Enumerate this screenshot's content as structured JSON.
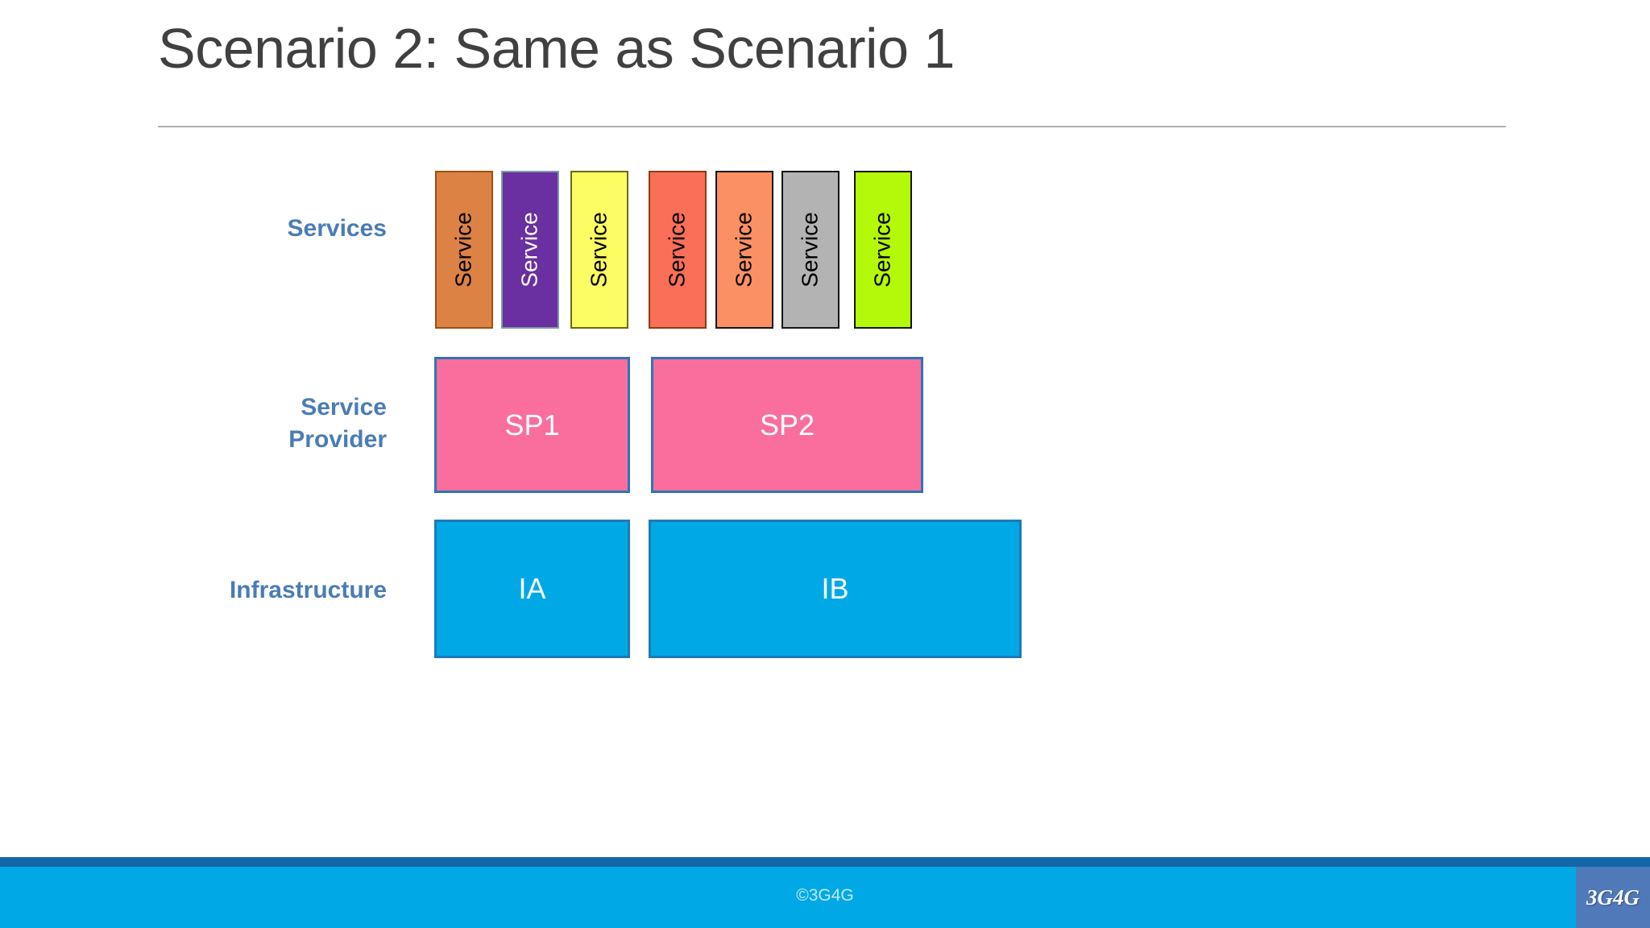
{
  "slide": {
    "title": "Scenario 2: Same as Scenario 1",
    "background_color": "#FFFFFF",
    "divider_color": "#9A9A9A"
  },
  "row_labels": {
    "services": "Services",
    "service_provider_line1": "Service",
    "service_provider_line2": "Provider",
    "infrastructure": "Infrastructure",
    "color": "#4B7CB5"
  },
  "services": [
    {
      "label": "Service",
      "fill": "#DC8244",
      "border": "#9C4F10",
      "text_color": "#000000"
    },
    {
      "label": "Service",
      "fill": "#6A2FA0",
      "border": "#7C9BA8",
      "text_color": "#FFFFFF"
    },
    {
      "label": "Service",
      "fill": "#FCFC63",
      "border": "#6B6B12",
      "text_color": "#000000"
    },
    {
      "label": "Service",
      "fill": "#FA6F57",
      "border": "#8C3B12",
      "text_color": "#000000"
    },
    {
      "label": "Service",
      "fill": "#FB9162",
      "border": "#151515",
      "text_color": "#000000"
    },
    {
      "label": "Service",
      "fill": "#B3B3B3",
      "border": "#151515",
      "text_color": "#000000"
    },
    {
      "label": "Service",
      "fill": "#B4F80A",
      "border": "#151515",
      "text_color": "#000000"
    }
  ],
  "service_providers": [
    {
      "label": "SP1",
      "fill": "#FA6E9E",
      "border": "#2E75B6"
    },
    {
      "label": "SP2",
      "fill": "#FA6E9E",
      "border": "#2E75B6"
    }
  ],
  "infrastructure": [
    {
      "label": "IA",
      "fill": "#00A9E5",
      "border": "#1F79B7"
    },
    {
      "label": "IB",
      "fill": "#00A9E5",
      "border": "#1F79B7"
    }
  ],
  "footer": {
    "copyright": "©3G4G",
    "logo": "3G4G",
    "bar_color": "#00A9E5",
    "strip_color": "#1566A8",
    "logo_bg": "#4F79B8",
    "text_color": "#BFE9FA"
  }
}
